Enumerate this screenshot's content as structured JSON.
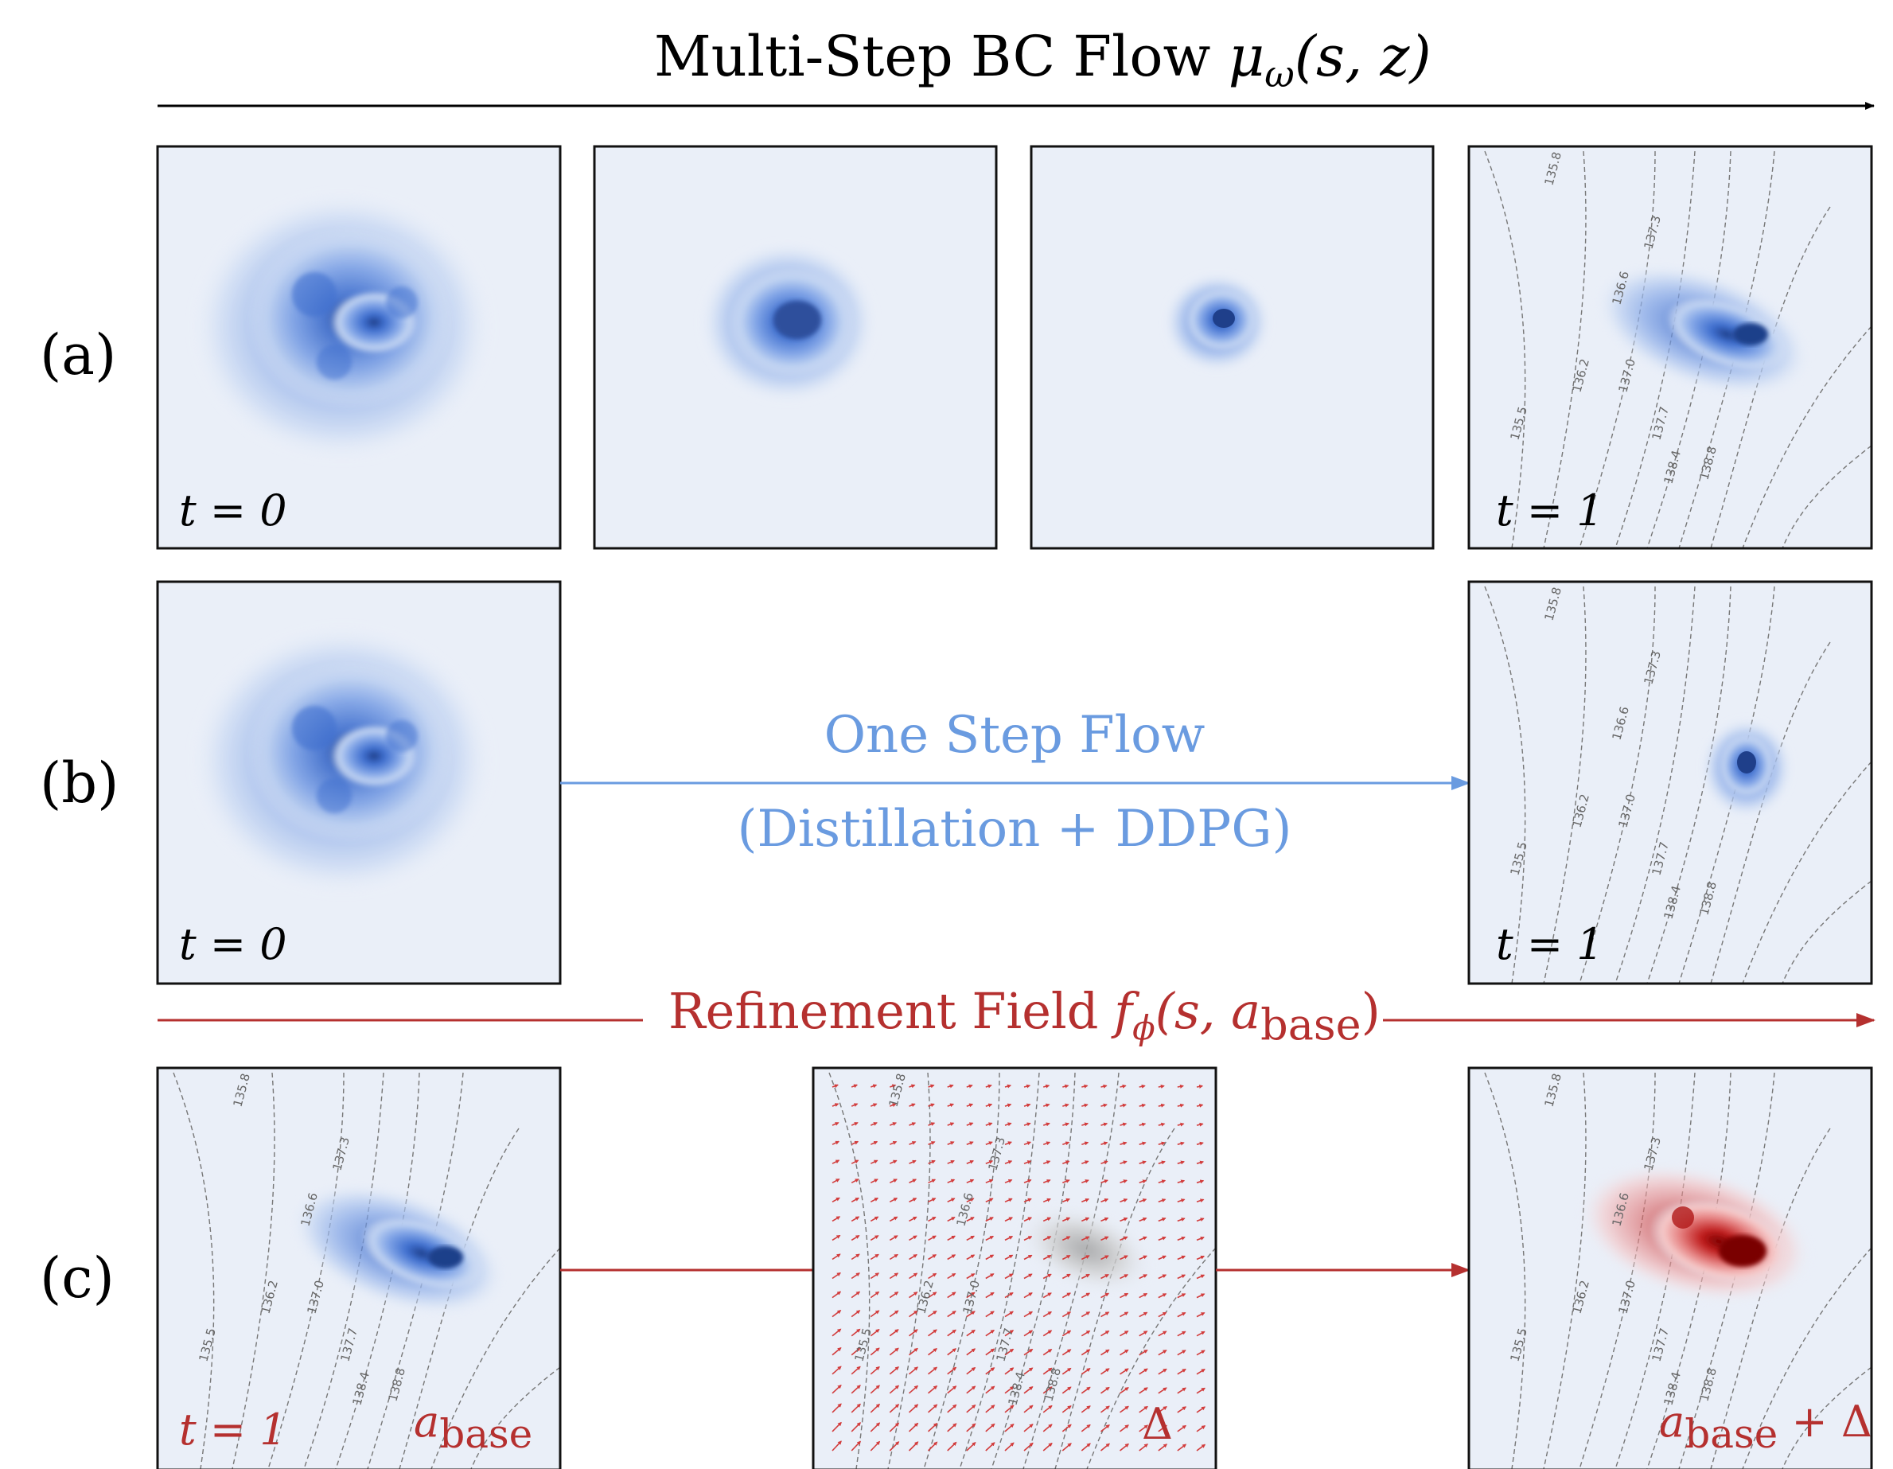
{
  "title": {
    "prefix": "Multi-Step BC Flow ",
    "mu": "μ",
    "mu_sub": "ω",
    "args": "(s, z)"
  },
  "rows": {
    "a": "(a)",
    "b": "(b)",
    "c": "(c)"
  },
  "labels": {
    "t0": "t = 0",
    "t1": "t = 1",
    "a_base_main": "a",
    "a_base_sub": "base",
    "delta": "Δ",
    "plus_delta": " + Δ"
  },
  "one_step": {
    "title": "One Step Flow",
    "subtitle": "(Distillation + DDPG)"
  },
  "refinement": {
    "prefix": "Refinement Field ",
    "f": "f",
    "f_sub": "ϕ",
    "args_open": "(s, ",
    "a": "a",
    "a_sub": "base",
    "args_close": ")"
  },
  "contour_labels": [
    "135.5",
    "135.8",
    "136.2",
    "136.6",
    "137.0",
    "137.3",
    "137.7",
    "138.4",
    "138.8"
  ],
  "colors": {
    "panel_bg": "#eaeff8",
    "blue_arrow": "#6a9be0",
    "red_arrow": "#b5302f",
    "black_arrow": "#000000",
    "blue_dark": "#2d58b8",
    "red_dark": "#a01010",
    "gray_blob": "#9a9a9a"
  }
}
